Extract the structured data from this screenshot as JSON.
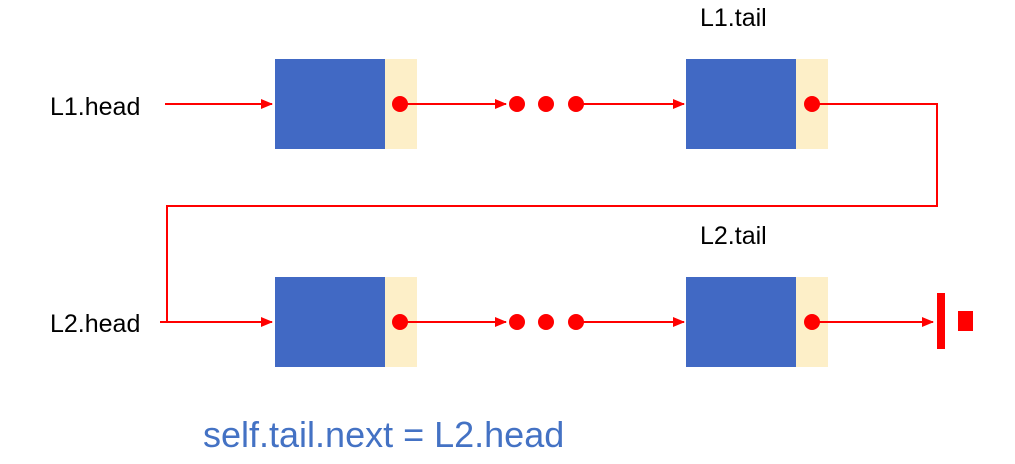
{
  "labels": {
    "l1_head": "L1.head",
    "l1_tail": "L1.tail",
    "l2_head": "L2.head",
    "l2_tail": "L2.tail"
  },
  "caption": "self.tail.next = L2.head",
  "colors": {
    "node_data": "#4169c4",
    "node_next": "#fdefc8",
    "pointer": "#ff0000",
    "caption": "#4472c4",
    "text": "#000000"
  },
  "icons": {
    "ellipsis": "three-dots",
    "null_terminator": "ground-symbol"
  }
}
